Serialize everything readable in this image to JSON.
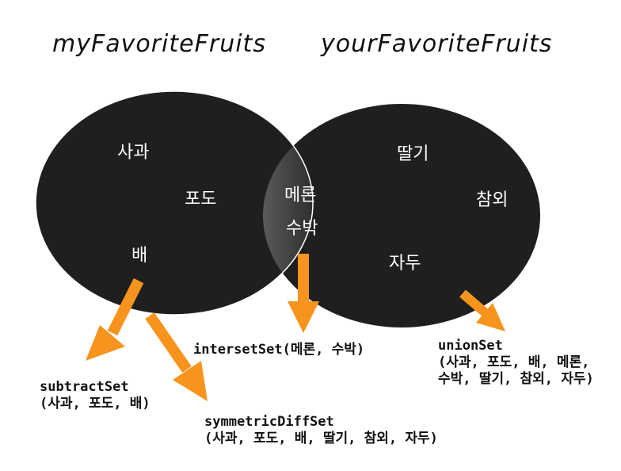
{
  "titles": {
    "left": "myFavoriteFruits",
    "right": "yourFavoriteFruits"
  },
  "left_only": [
    "사과",
    "포도",
    "배"
  ],
  "intersection": [
    "메론",
    "수박"
  ],
  "right_only": [
    "딸기",
    "참외",
    "자두"
  ],
  "labels": {
    "subtract": {
      "name": "subtractSet",
      "values": "(사과, 포도, 배)"
    },
    "symmetric": {
      "name": "symmetricDiffSet",
      "values": "(사과, 포도, 배, 딸기, 참외, 자두)"
    },
    "intersect": {
      "text": "intersetSet(메론, 수박)"
    },
    "union": {
      "name": "unionSet",
      "line1": "(사과, 포도, 배, 메론,",
      "line2": "수박, 딸기, 참외, 자두)"
    }
  },
  "colors": {
    "circle_fill": "#1f1f1f",
    "intersection_fill": "#000000",
    "circle_edge": "#ffffff",
    "arrow": "#f7941d",
    "text_on_dark": "#ffffff"
  }
}
